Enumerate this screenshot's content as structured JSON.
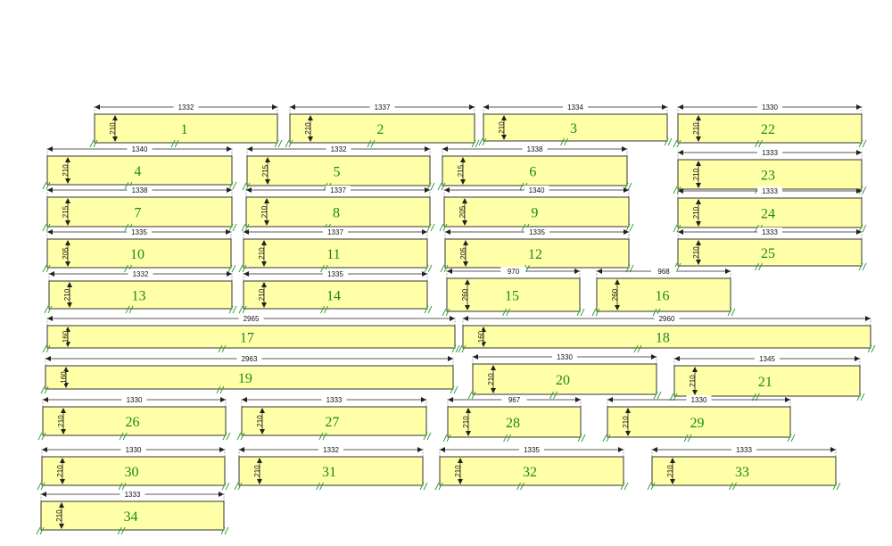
{
  "diagram": {
    "pieces": [
      {
        "id": "1",
        "width": 1332,
        "height": 210
      },
      {
        "id": "2",
        "width": 1337,
        "height": 210
      },
      {
        "id": "3",
        "width": 1334,
        "height": 210
      },
      {
        "id": "22",
        "width": 1330,
        "height": 210
      },
      {
        "id": "4",
        "width": 1340,
        "height": 210
      },
      {
        "id": "5",
        "width": 1332,
        "height": 215
      },
      {
        "id": "6",
        "width": 1338,
        "height": 215
      },
      {
        "id": "23",
        "width": 1333,
        "height": 210
      },
      {
        "id": "7",
        "width": 1338,
        "height": 215
      },
      {
        "id": "8",
        "width": 1337,
        "height": 210
      },
      {
        "id": "9",
        "width": 1340,
        "height": 205
      },
      {
        "id": "24",
        "width": 1333,
        "height": 210
      },
      {
        "id": "10",
        "width": 1335,
        "height": 205
      },
      {
        "id": "11",
        "width": 1337,
        "height": 210
      },
      {
        "id": "12",
        "width": 1335,
        "height": 205
      },
      {
        "id": "25",
        "width": 1333,
        "height": 210
      },
      {
        "id": "13",
        "width": 1332,
        "height": 210
      },
      {
        "id": "14",
        "width": 1335,
        "height": 210
      },
      {
        "id": "15",
        "width": 970,
        "height": 260
      },
      {
        "id": "16",
        "width": 968,
        "height": 260
      },
      {
        "id": "17",
        "width": 2965,
        "height": 160
      },
      {
        "id": "18",
        "width": 2960,
        "height": 160
      },
      {
        "id": "19",
        "width": 2963,
        "height": 160
      },
      {
        "id": "20",
        "width": 1330,
        "height": 210
      },
      {
        "id": "21",
        "width": 1345,
        "height": 210
      },
      {
        "id": "26",
        "width": 1330,
        "height": 210
      },
      {
        "id": "27",
        "width": 1333,
        "height": 210
      },
      {
        "id": "28",
        "width": 967,
        "height": 210
      },
      {
        "id": "29",
        "width": 1330,
        "height": 210
      },
      {
        "id": "30",
        "width": 1330,
        "height": 210
      },
      {
        "id": "31",
        "width": 1332,
        "height": 210
      },
      {
        "id": "32",
        "width": 1335,
        "height": 210
      },
      {
        "id": "33",
        "width": 1333,
        "height": 210
      },
      {
        "id": "34",
        "width": 1333,
        "height": 210
      }
    ],
    "colors": {
      "plank_fill": "#ffffa8",
      "plank_stroke": "#333333",
      "number_text": "#1a8a1a",
      "grain_mark": "#2e9a2e"
    }
  }
}
